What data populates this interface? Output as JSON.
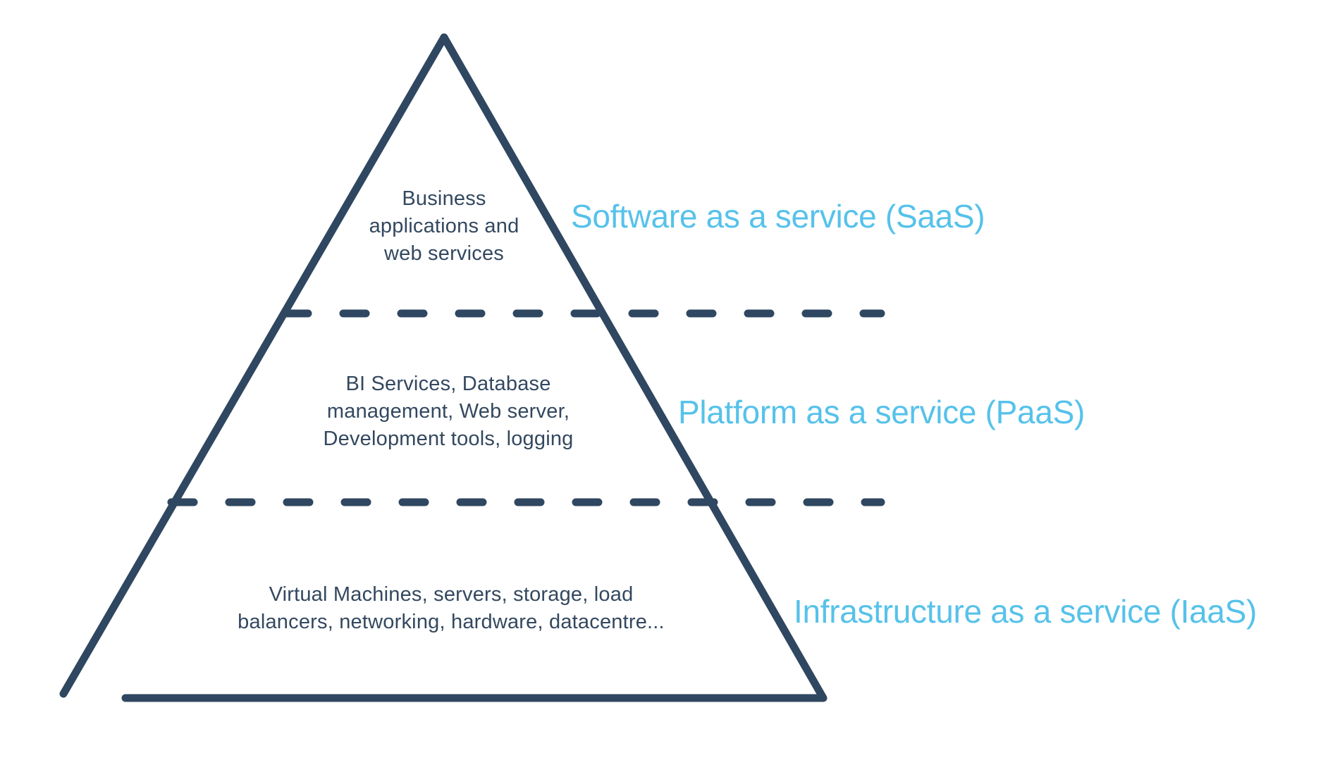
{
  "colors": {
    "background": "#ffffff",
    "outline": "#2f4760",
    "inner_text": "#33485f",
    "label": "#56c2ea"
  },
  "layers": [
    {
      "name": "SaaS",
      "inner_lines": [
        "Business",
        "applications and",
        "web services"
      ],
      "label": "Software as a service (SaaS)"
    },
    {
      "name": "PaaS",
      "inner_lines": [
        "BI Services, Database",
        "management, Web server,",
        "Development tools, logging"
      ],
      "label": "Platform as a service (PaaS)"
    },
    {
      "name": "IaaS",
      "inner_lines": [
        "Virtual Machines, servers, storage, load",
        "balancers, networking, hardware, datacentre..."
      ],
      "label": "Infrastructure as a service (IaaS)"
    }
  ]
}
